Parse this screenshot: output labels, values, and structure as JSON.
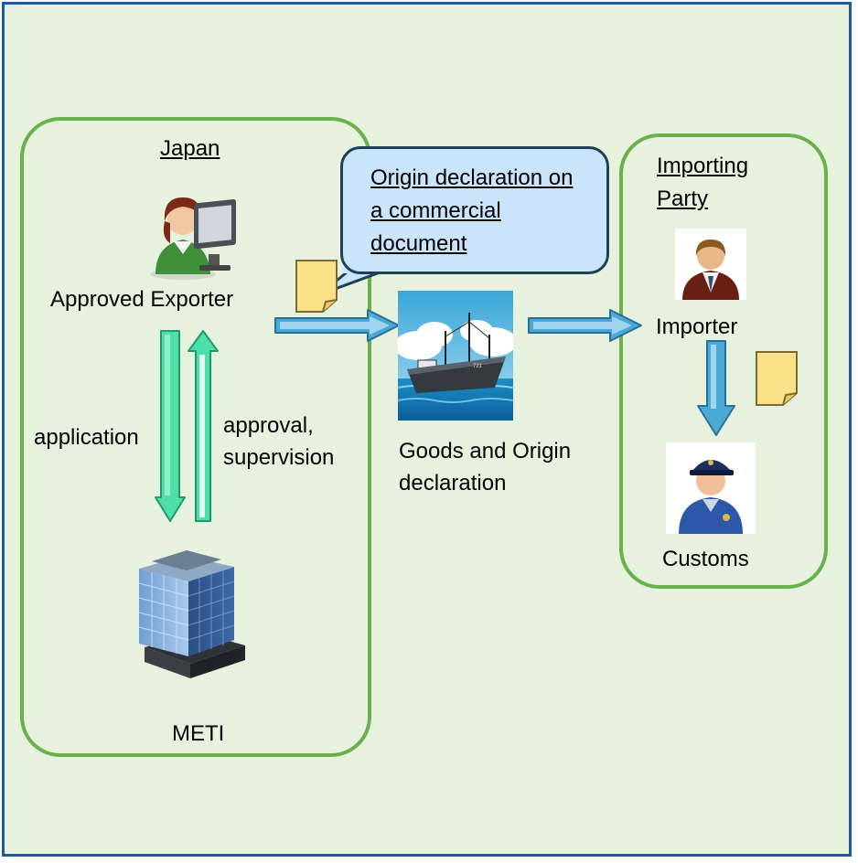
{
  "regions": {
    "exporter_country": "Japan",
    "importing_party": "Importing Party"
  },
  "actors": {
    "approved_exporter": "Approved Exporter",
    "meti": "METI",
    "goods": "Goods and Origin declaration",
    "importer": "Importer",
    "customs": "Customs"
  },
  "flows": {
    "application": "application",
    "approval": "approval, supervision"
  },
  "callout": {
    "text": "Origin declaration on a commercial document"
  },
  "icons": [
    "exporter-person-icon",
    "document-icon",
    "ship-icon",
    "importer-person-icon",
    "customs-officer-icon",
    "government-building-icon"
  ],
  "colors": {
    "background": "#e6f2dd",
    "frame_border": "#1d5a96",
    "region_border": "#6ab04c",
    "flow_arrow": "#4aa9d6",
    "vertical_arrow": "#4ddfa7",
    "callout_fill": "#c9e4fb",
    "document": "#fbe08a"
  }
}
